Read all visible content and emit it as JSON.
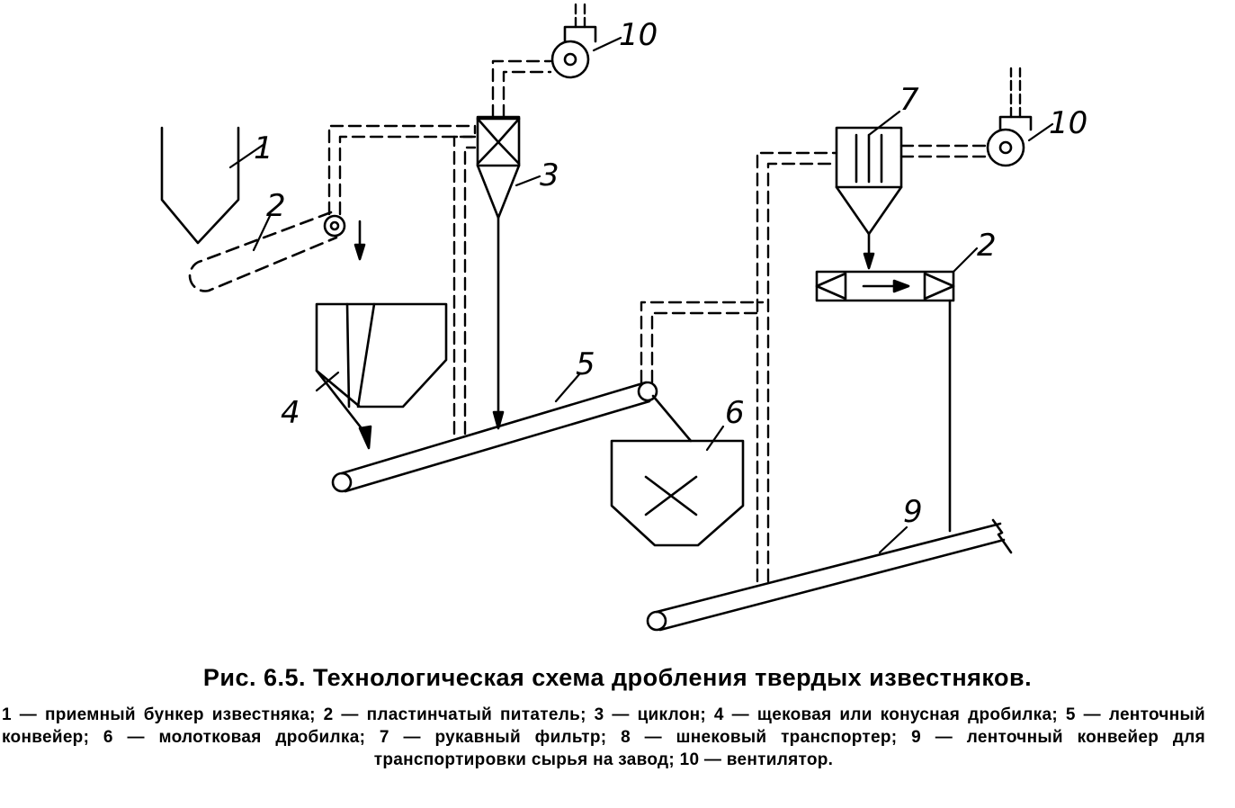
{
  "figure": {
    "caption_title": "Рис. 6.5. Технологическая схема дробления твердых известняков.",
    "legend": "1 — приемный бункер известняка; 2 — пластинчатый питатель; 3 — циклон; 4 — щековая или конусная дробилка; 5 — ленточный конвейер; 6 — молотковая дробилка; 7 — рукавный фильтр; 8 — шнековый транспортер; 9 — ленточный конвейер для транспортировки сырья на завод; 10 — вентилятор."
  },
  "labels": {
    "n1": "1",
    "n2_feeder": "2",
    "n3": "3",
    "n4": "4",
    "n5": "5",
    "n6": "6",
    "n7": "7",
    "n2_screw": "2",
    "n9": "9",
    "n10_left": "10",
    "n10_right": "10"
  }
}
